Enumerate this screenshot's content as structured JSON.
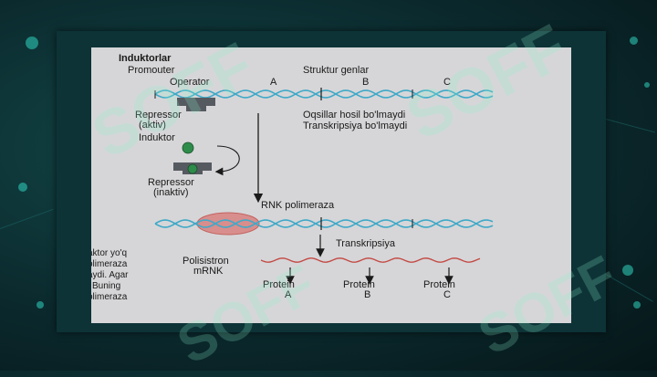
{
  "diagram": {
    "title": "Induktorlar",
    "labels": {
      "promoter": "Promouter",
      "operator": "Operator",
      "structural_genes": "Struktur genlar",
      "gene_a": "A",
      "gene_b": "B",
      "gene_c": "C",
      "repressor_active_1": "Repressor",
      "repressor_active_2": "(aktiv)",
      "note_1": "Oqsillar hosil bo'lmaydi",
      "note_2": "Transkripsiya bo'lmaydi",
      "inducer": "Induktor",
      "repressor_inactive_1": "Repressor",
      "repressor_inactive_2": "(inaktiv)",
      "rna_polymerase": "RNK polimeraza",
      "transcription": "Transkripsiya",
      "polycistronic_1": "Polisistron",
      "polycistronic_2": "mRNK",
      "protein_a_1": "Protein",
      "protein_a_2": "A",
      "protein_b_1": "Protein",
      "protein_b_2": "B",
      "protein_c_1": "Protein",
      "protein_c_2": "C"
    },
    "side_text": [
      "aktor yo'q",
      "olimeraza",
      "aydi. Agar",
      "l  Buning",
      "olimeraza"
    ]
  },
  "colors": {
    "dna": "#3fa9c8",
    "repressor": "#555a60",
    "inducer": "#2e8c4a",
    "polymerase": "#d9827f",
    "slide": "#d6d6d8",
    "watermark": "#8cf2cc"
  },
  "watermark": {
    "text": "SOFF"
  }
}
